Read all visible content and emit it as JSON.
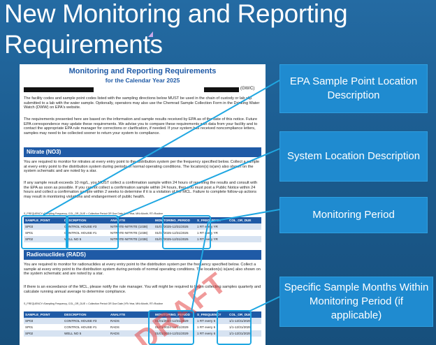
{
  "slide": {
    "title": "New Monitoring and Reporting Requirements"
  },
  "document": {
    "title": "Monitoring and Reporting Requirements",
    "subtitle": "for the Calendar Year 2025",
    "system_code": "(GW/C)",
    "intro_1": "The facility codes and sample point codes listed with the sampling directions below MUST be used in the chain of custody or lab slip submitted to a lab with the water sample. Optionally, operators may also use the Chemrad Sample Collection Form in the Drinking Water Watch (DWW) on EPA's website.",
    "intro_2": "The requirements presented here are based on the information and sample results received by EPA as of the date of this notice. Future EPA correspondence may update these requirements. We advise you to compare these requirements with data from your facility and to contact the appropriate EPA rule manager for corrections or clarification, if needed. If your system has received noncompliance letters, samples may need to be collected sooner to return your system to compliance.",
    "watermark": "DRAFT",
    "sections": [
      {
        "heading": "Nitrate (NO3)",
        "para_1": "You are required to monitor for nitrates at every entry point to the distribution system per the frequency specified below. Collect a sample at every entry point to the distribution system during periods of normal operating conditions. The location(s) is(are) also shown on the system schematic and are noted by a star.",
        "para_2": "If any sample result exceeds 10 mg/L, you MUST collect a confirmation sample within 24 hours of receiving the results and consult with the EPA as soon as possible. If you cannot collect a confirmation sample within 24 hours, then you must post a Public Notice within 24 hours and collect a confirmation sample within 2 weeks to determine if it is a violation of the MCL. Failure to complete follow-up actions may result in monitoring violations and endangerment of public health.",
        "caption": "S_FREQUENCY=Sampling Frequency, COL_OR_DUE = Collection Period OR Due Date (YR=Year, MN=Month, RT=Routine",
        "headers": [
          "SAMPLE_POINT",
          "DESCRIPTION",
          "ANALYTE",
          "MONITORING_PERIOD",
          "S_FREQUENCY",
          "COL_OR_DUE"
        ],
        "rows": [
          [
            "SP03",
            "CONTROL HOUSE #3",
            "NITRATE-NITRITE (1038)",
            "01/01/2025-12/31/2025",
            "1 RT every YR",
            ""
          ],
          [
            "SP01",
            "CONTROL HOUSE #1",
            "NITRATE-NITRITE (1038)",
            "01/01/2025-12/31/2025",
            "1 RT every YR",
            ""
          ],
          [
            "SP02",
            "WELL NO 5",
            "NITRATE-NITRITE (1038)",
            "01/01/2025-12/31/2025",
            "1 RT every YR",
            ""
          ]
        ]
      },
      {
        "heading": "Radionuclides (RADS)",
        "para_1": "You are required to monitor for radionuclides at every entry point to the distribution system per the frequency specified below. Collect a sample at every entry point to the distribution system during periods of normal operating conditions. The location(s) is(are) also shown on the system schematic and are noted by a star.",
        "para_2": "If there is an exceedance of the MCL, please notify the rule manager. You will might be required to begin collecting samples quarterly and calculate running annual average to determine compliance.",
        "caption": "S_FREQUENCY=Sampling Frequency, COL_OR_DUE = Collection Period OR Due Date (YR=Year, MN=Month, RT=Routine",
        "headers": [
          "SAMPLE_POINT",
          "DESCRIPTION",
          "ANALYTE",
          "MONITORING_PERIOD",
          "S_FREQUENCY",
          "COL_OR_DUE"
        ],
        "rows": [
          [
            "SP03",
            "CONTROL HOUSE #3",
            "RADS",
            "01/01/2024-12/31/2029",
            "1 RT every 6",
            "1/1-12/31/2029"
          ],
          [
            "SP01",
            "CONTROL HOUSE #1",
            "RADS",
            "01/01/2024-12/31/2029",
            "1 RT every 6",
            "1/1-12/31/2029"
          ],
          [
            "SP02",
            "WELL NO 5",
            "RADS",
            "01/01/2024-12/31/2029",
            "1 RT every 6",
            "1/1-12/31/2029"
          ]
        ]
      }
    ]
  },
  "callouts": {
    "epa_sample_point": "EPA Sample Point Location Description",
    "system_location": "System Location Description",
    "monitoring_period": "Monitoring Period",
    "specific_months": "Specific Sample Months Within Monitoring Period (if applicable)"
  },
  "colors": {
    "slide_background": "#1d5f93",
    "callout_fill": "#1f8bd0",
    "highlight_stroke": "#1fa7e2",
    "doc_accent": "#1f5aa6",
    "watermark": "#e23636"
  }
}
